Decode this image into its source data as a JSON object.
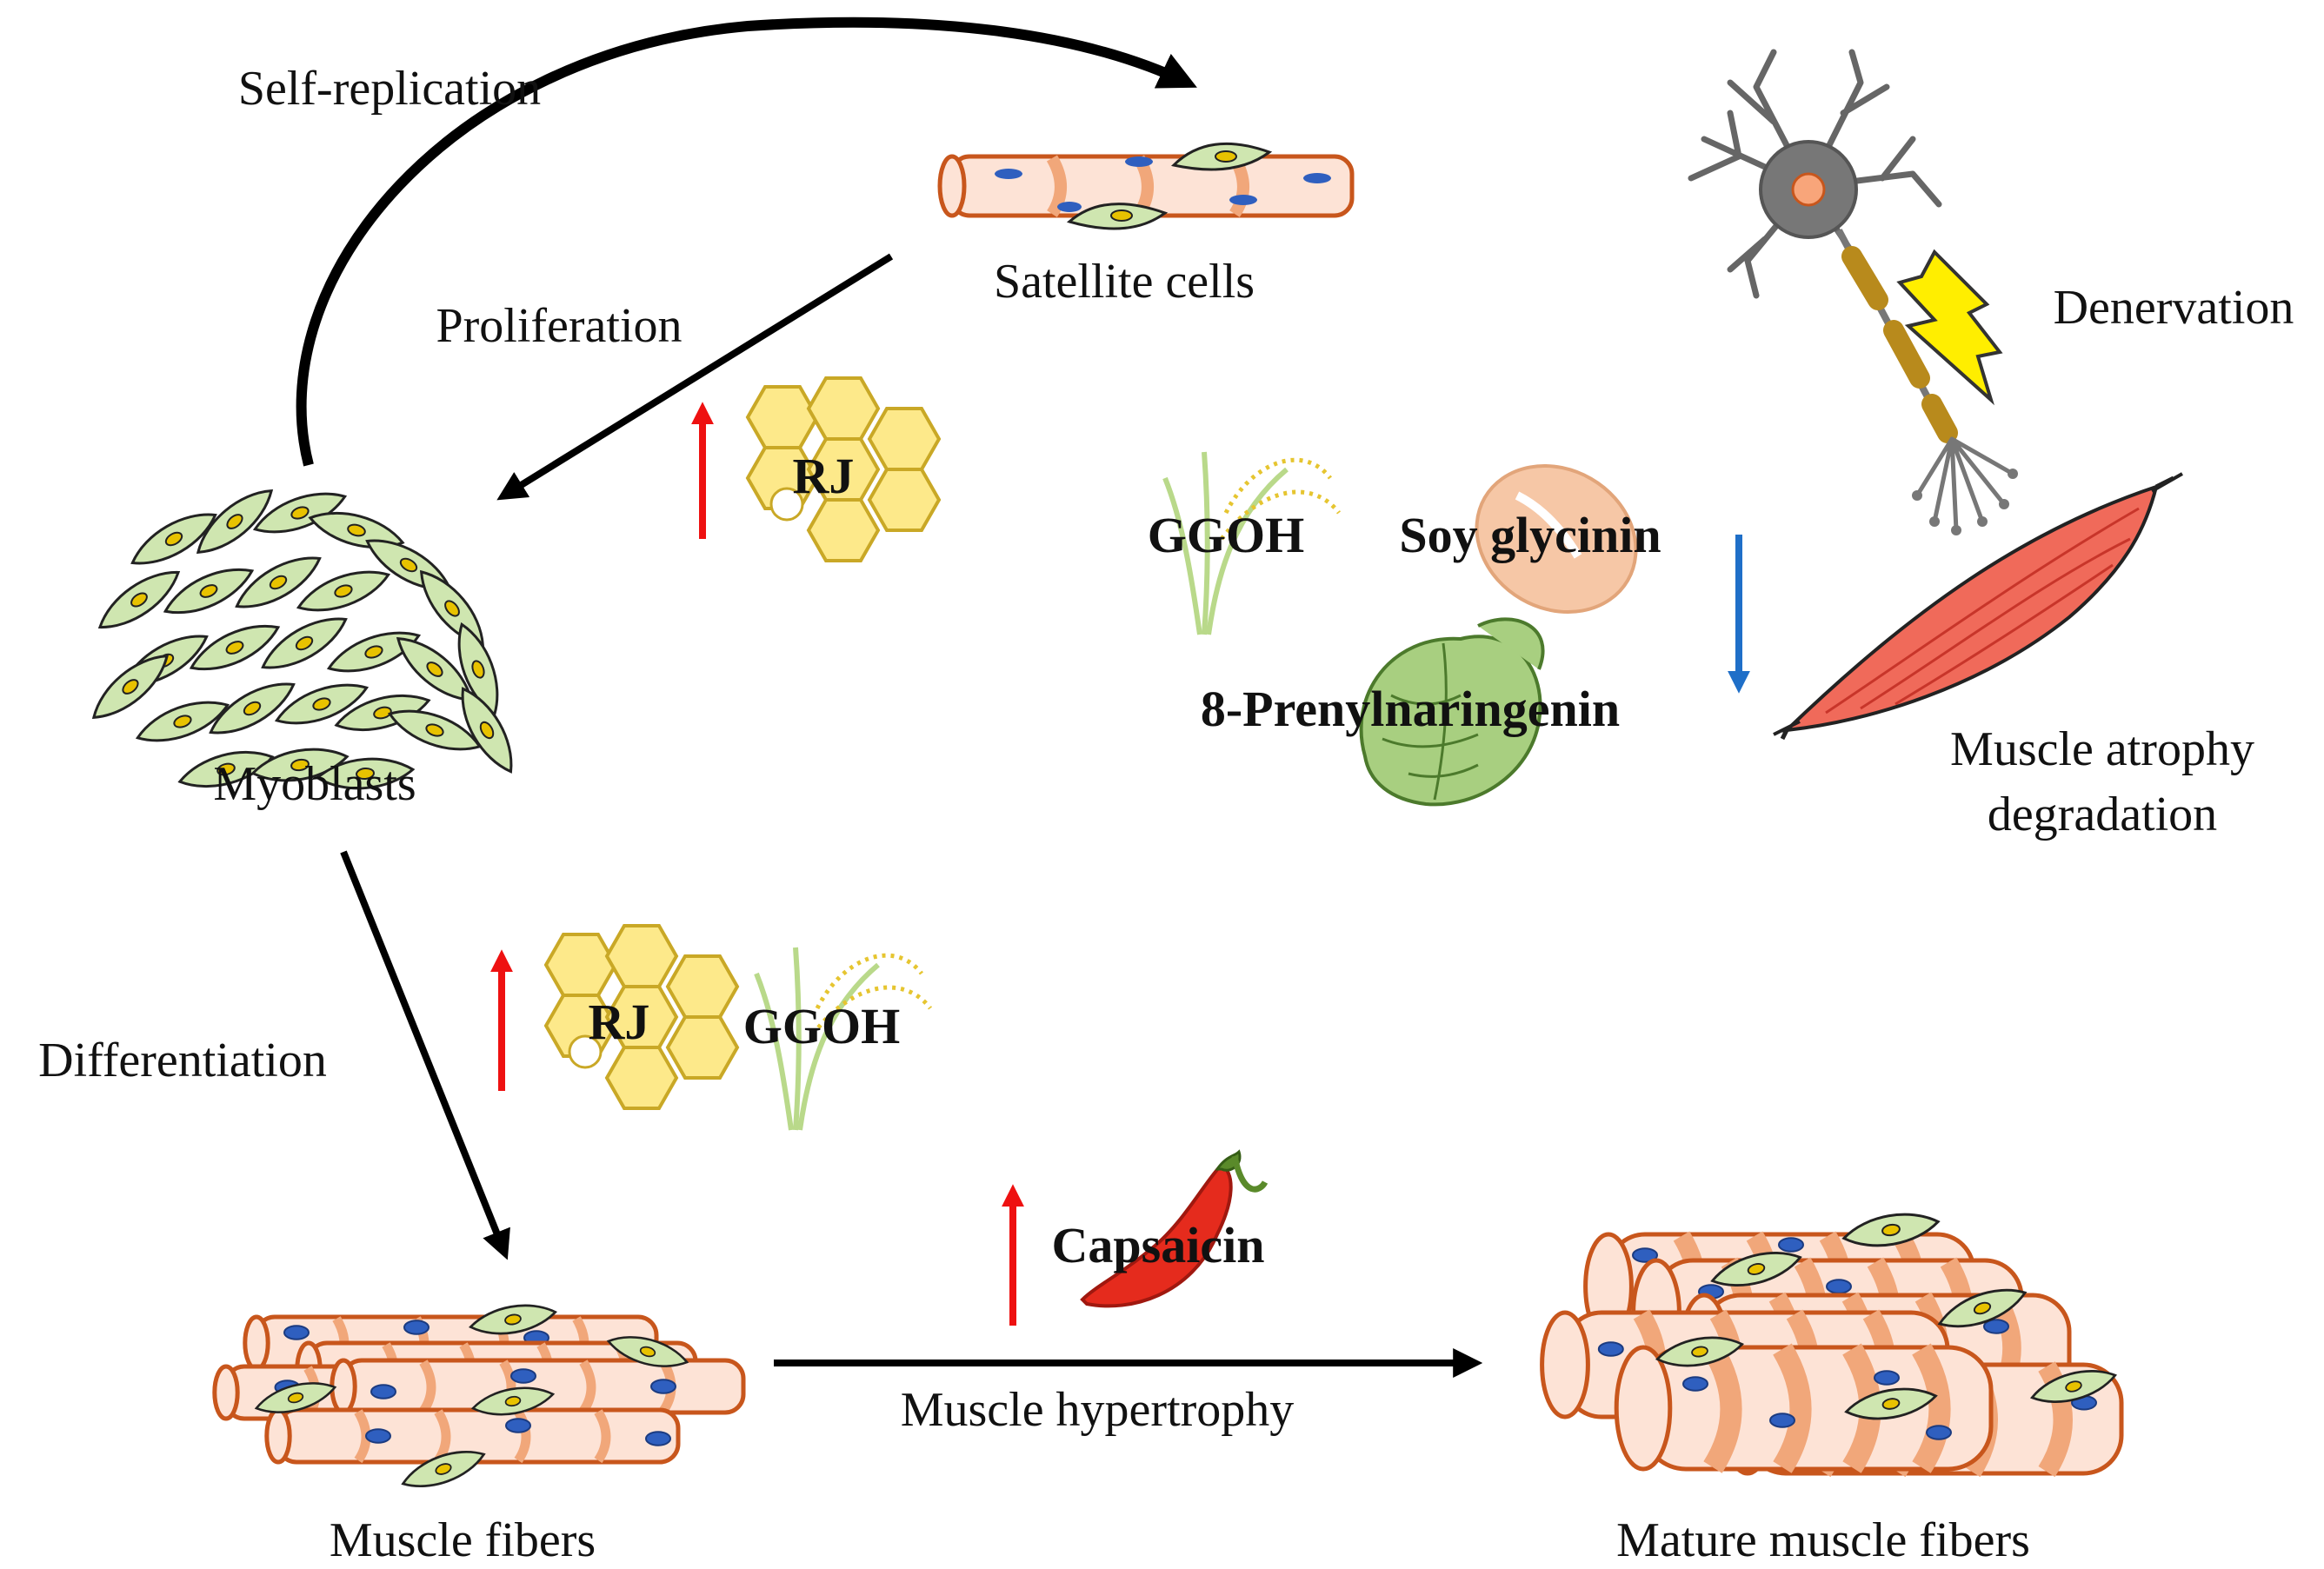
{
  "labels": {
    "self_replication": "Self-replication",
    "satellite_cells": "Satellite cells",
    "proliferation": "Proliferation",
    "myoblasts": "Myoblasts",
    "differentiation": "Differentiation",
    "muscle_fibers": "Muscle fibers",
    "muscle_hypertrophy": "Muscle hypertrophy",
    "mature_muscle_fibers": "Mature muscle fibers",
    "denervation": "Denervation",
    "muscle_atrophy_line1": "Muscle atrophy",
    "muscle_atrophy_line2": "degradation"
  },
  "compounds": {
    "rj_top": "RJ",
    "rj_mid": "RJ",
    "ggoh_mid": "GGOH",
    "ggoh_right": "GGOH",
    "soy_glycinin": "Soy glycinin",
    "prenylnaringenin": "8-Prenylnaringenin",
    "capsaicin": "Capsaicin"
  },
  "colors": {
    "increase_arrow": "#ee1111",
    "decrease_arrow": "#1f6fc8",
    "fiber_fill": "#fde3d6",
    "fiber_stroke": "#c8561c",
    "fiber_band": "#f1a77a",
    "nucleus": "#2f5fbf",
    "cell_fill": "#cfe6b0",
    "cell_nucleus": "#e8c200",
    "honey": "#fde98a",
    "honey_stroke": "#c9a826"
  }
}
